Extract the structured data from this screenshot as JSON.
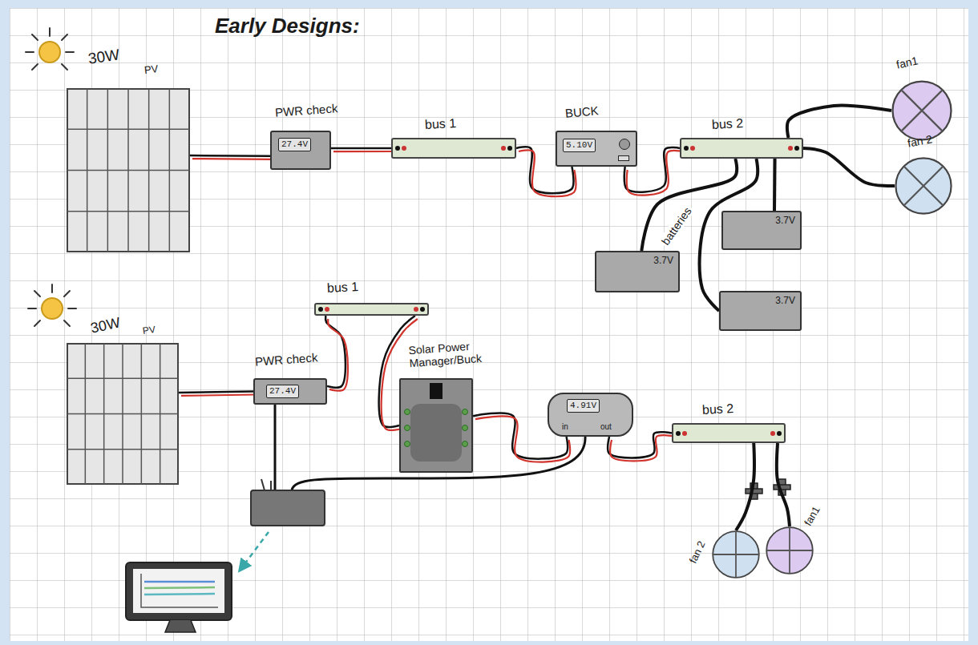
{
  "diagram": {
    "title": "Early Designs:",
    "nodes": [
      {
        "text": [
          "30W",
          "PV"
        ]
      },
      {
        "text": [
          "PWR check",
          "27.4V"
        ]
      },
      {
        "text": [
          "bus 1"
        ]
      },
      {
        "text": [
          "BUCK",
          "5.10V"
        ]
      },
      {
        "text": [
          "bus 2"
        ]
      },
      {
        "text": [
          "fan1"
        ]
      },
      {
        "text": [
          "fan 2"
        ]
      },
      {
        "text": [
          "3.7V"
        ]
      },
      {
        "text": [
          "3.7V"
        ]
      },
      {
        "text": [
          "3.7V"
        ]
      },
      {
        "text": [
          "30W",
          "PV"
        ]
      },
      {
        "text": [
          "bus 1"
        ]
      },
      {
        "text": [
          "PWR check",
          "27.4V"
        ]
      },
      {
        "text": [
          "Solar Power Manager/Buck"
        ]
      },
      {
        "text": [
          "4.91V",
          "in",
          "out"
        ]
      },
      {
        "text": [
          "bus 2"
        ]
      },
      {
        "text": [
          "fan 2"
        ]
      },
      {
        "text": [
          "fan1"
        ]
      }
    ],
    "edges": [
      {
        "from": 0,
        "to": 1,
        "arrow": "none"
      },
      {
        "from": 1,
        "to": 2,
        "arrow": "none"
      },
      {
        "from": 2,
        "to": 3,
        "arrow": "none"
      },
      {
        "from": 3,
        "to": 4,
        "arrow": "none"
      },
      {
        "from": 4,
        "to": 5,
        "arrow": "none"
      },
      {
        "from": 4,
        "to": 6,
        "arrow": "none"
      },
      {
        "from": 4,
        "to": 7,
        "arrow": "none"
      },
      {
        "from": 4,
        "to": 8,
        "arrow": "none"
      },
      {
        "from": 4,
        "to": 9,
        "arrow": "none"
      },
      {
        "from": 10,
        "to": 12,
        "arrow": "none"
      },
      {
        "from": 12,
        "to": 11,
        "arrow": "none"
      },
      {
        "from": 11,
        "to": 13,
        "arrow": "none"
      },
      {
        "from": 13,
        "to": 14,
        "arrow": "none"
      },
      {
        "from": 14,
        "to": 15,
        "arrow": "none"
      },
      {
        "from": 15,
        "to": 16,
        "arrow": "none"
      },
      {
        "from": 15,
        "to": 17,
        "arrow": "none"
      }
    ],
    "labels": [
      "batteries"
    ]
  }
}
